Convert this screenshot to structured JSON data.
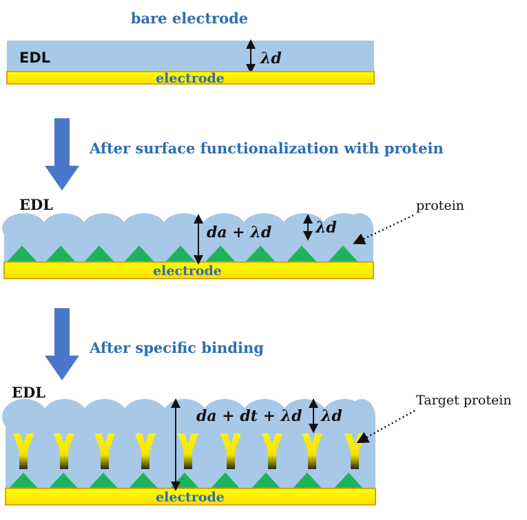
{
  "panel1": {
    "title": "bare electrode",
    "edl_label": "EDL",
    "lambda_label": "λd",
    "electrode_label": "electrode"
  },
  "step1": {
    "label": "After surface functionalization with protein"
  },
  "panel2": {
    "edl_label": "EDL",
    "thickness_label": "da + λd",
    "lambda_label": "λd",
    "protein_label": "protein",
    "electrode_label": "electrode"
  },
  "step2": {
    "label": "After specific binding"
  },
  "panel3": {
    "edl_label": "EDL",
    "thickness_label": "da + dt + λd",
    "lambda_label": "λd",
    "target_label": "Target protein",
    "electrode_label": "electrode"
  },
  "colors": {
    "edl": "#a8c8e8",
    "electrode": "#ffff00",
    "electrode_edge": "#d9a400",
    "protein": "#1db35a",
    "target": "#f2e400",
    "arrow": "#4a78c8",
    "title": "#2e6db4"
  }
}
